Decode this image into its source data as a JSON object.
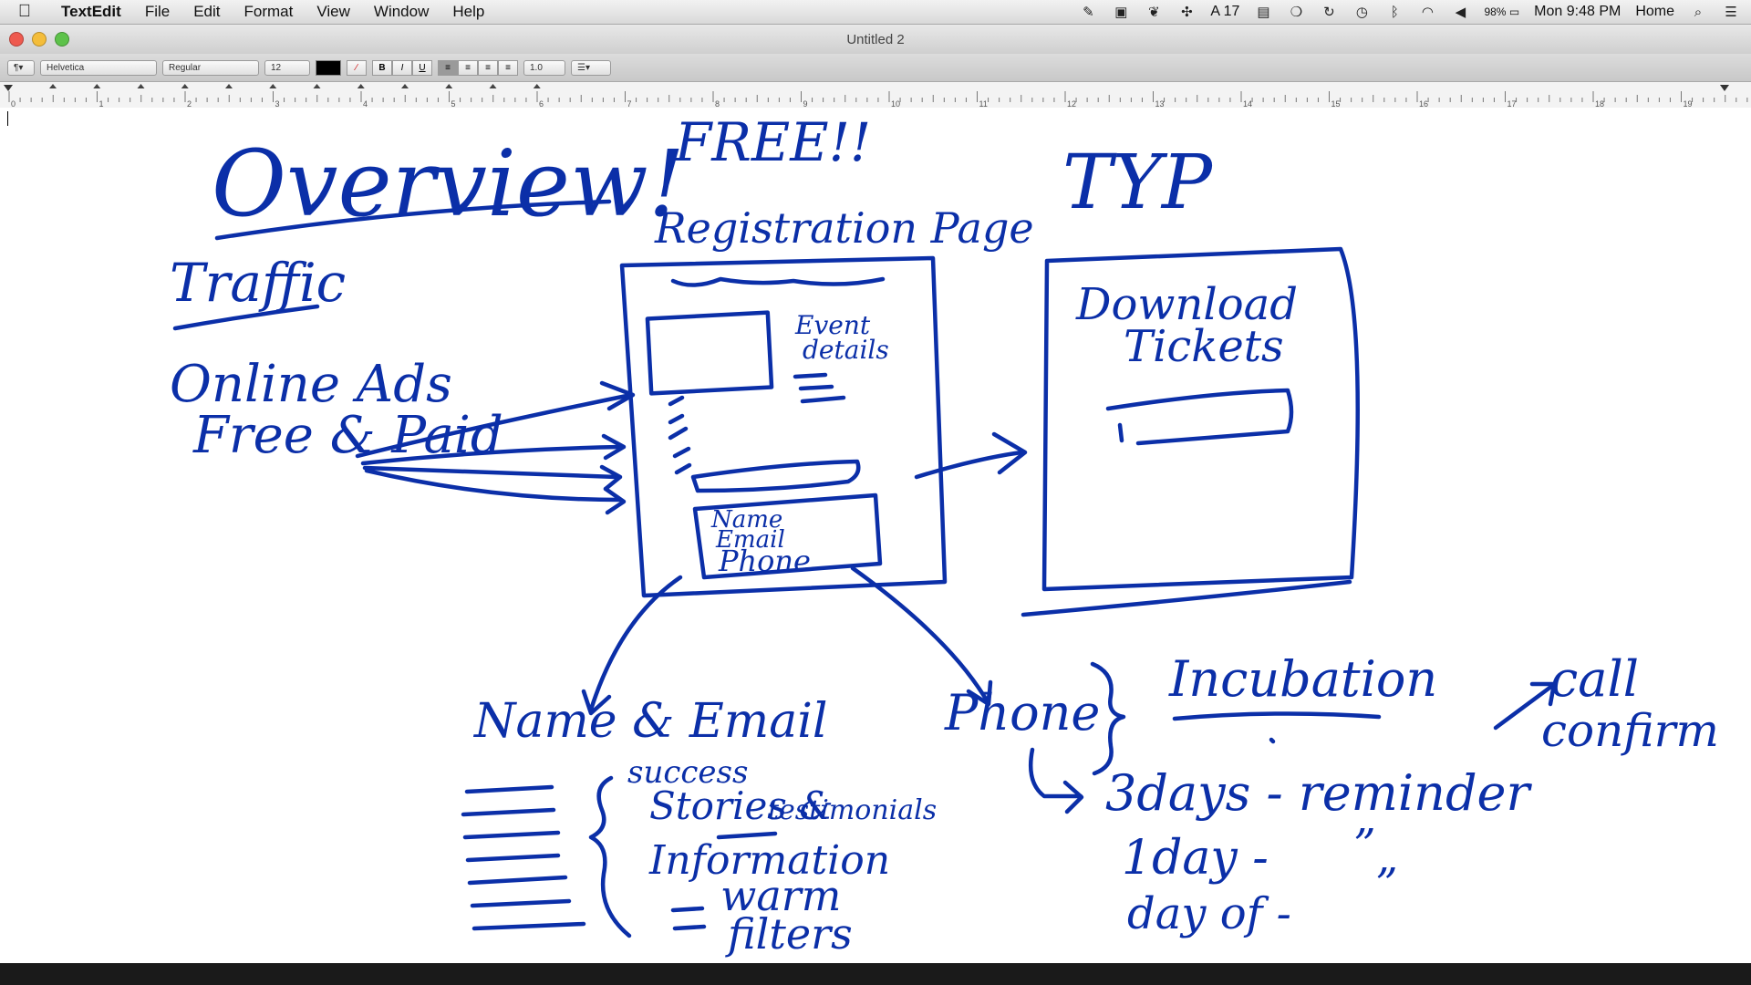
{
  "menubar": {
    "apple_icon": "apple-icon",
    "app_name": "TextEdit",
    "items": [
      "File",
      "Edit",
      "Format",
      "View",
      "Window",
      "Help"
    ],
    "status": {
      "adobe_count": "17",
      "battery_percent": "98%",
      "clock": "Mon 9:48 PM",
      "user": "Home"
    }
  },
  "window": {
    "title": "Untitled 2",
    "format_bar": {
      "font": "Helvetica",
      "typeface": "Regular",
      "size": "12",
      "bold": "B",
      "italic": "I",
      "underline": "U",
      "spacing": "1.0"
    },
    "ruler_numbers": [
      "0",
      "1",
      "2",
      "3",
      "4",
      "5",
      "6",
      "7",
      "8",
      "9",
      "10",
      "11",
      "12",
      "13",
      "14",
      "15",
      "16",
      "17",
      "18",
      "19"
    ]
  },
  "sketch": {
    "ink_color": "#0b2fa8",
    "overview": "Overview!",
    "free": "FREE!!",
    "registration_page": "Registration Page",
    "typ": "TYP",
    "traffic": "Traffic",
    "online_ads": "Online Ads",
    "free_paid": "Free & Paid",
    "event_details_1": "Event",
    "event_details_2": "details",
    "form_name": "Name",
    "form_email": "Email",
    "form_phone": "Phone",
    "download_1": "Download",
    "download_2": "Tickets",
    "name_email": "Name & Email",
    "success_1": "success",
    "success_2": "Stories &",
    "testimonials": "testimonials",
    "information": "Information",
    "warm": "warm",
    "filters": "filters",
    "phone": "Phone",
    "incubation": "Incubation",
    "call": "call",
    "confirm": "confirm",
    "days3": "3days - reminder",
    "day1": "1day -",
    "dayof": "day of -",
    "ditto": "”"
  }
}
